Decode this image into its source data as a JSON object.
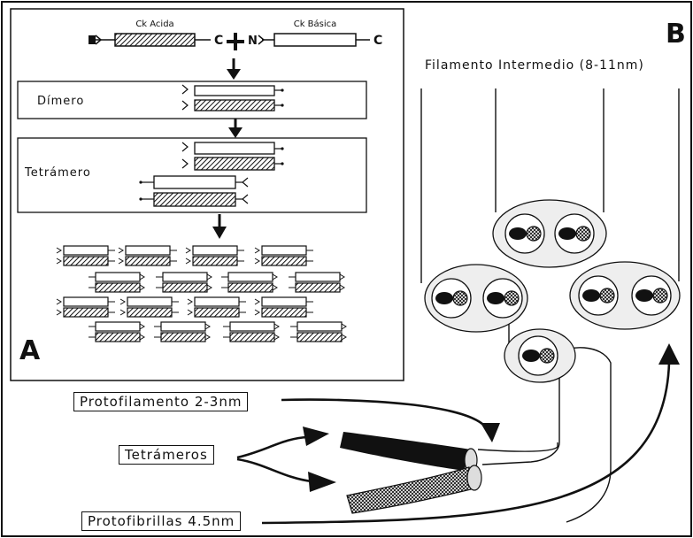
{
  "panel_a": {
    "letter": "A",
    "ck_acida": "Ck Acida",
    "ck_basica": "Ck Básica",
    "terminal_c": "C",
    "terminal_n": "N",
    "dimero": "Dímero",
    "tetramero": "Tetrámero"
  },
  "panel_b": {
    "letter": "B",
    "title": "Filamento Intermedio (8-11nm)",
    "protofilamento": "Protofilamento 2-3nm",
    "tetrameros": "Tetrámeros",
    "protofibrillas": "Protofibrillas 4.5nm"
  },
  "colors": {
    "ink": "#111111",
    "paper": "#ffffff",
    "cell_fill": "#eeeeee"
  }
}
